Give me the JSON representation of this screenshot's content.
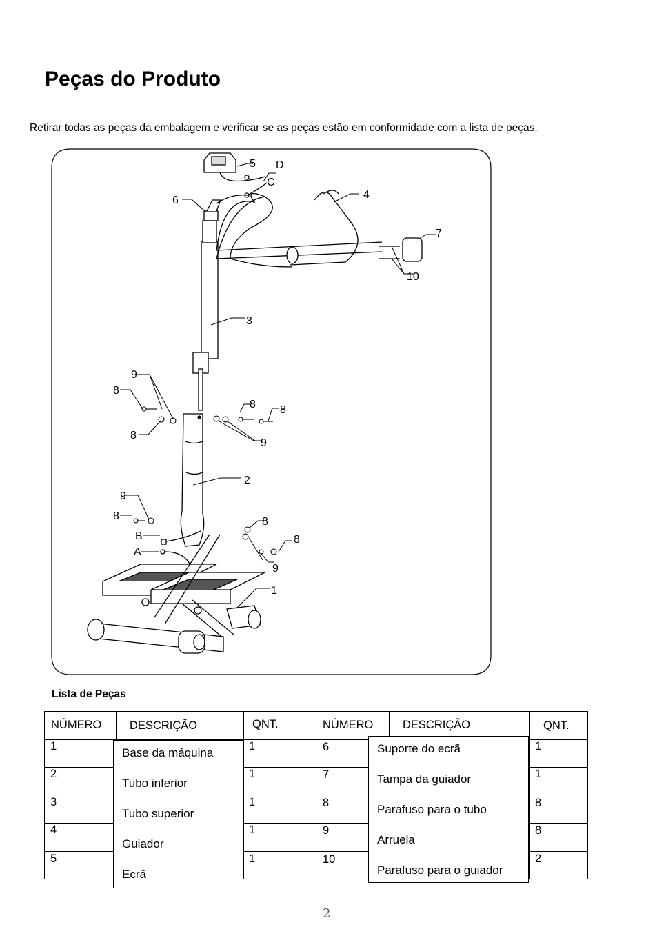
{
  "page": {
    "title": "Peças do Produto",
    "intro": "Retirar todas as peças da embalagem e verificar se as peças estão em conformidade com a lista de peças.",
    "page_number": "2"
  },
  "figure": {
    "labels": [
      "5",
      "D",
      "C",
      "6",
      "4",
      "7",
      "10",
      "3",
      "9",
      "8",
      "8",
      "8",
      "8",
      "9",
      "2",
      "9",
      "8",
      "B",
      "A",
      "8",
      "8",
      "9",
      "1"
    ]
  },
  "parts_list": {
    "title": "Lista de Peças",
    "headers": [
      "NÚMERO",
      "DESCRIÇÃO",
      "QNT.",
      "NÚMERO",
      "DESCRIÇÃO",
      "QNT."
    ],
    "rows": [
      {
        "num1": "1",
        "desc1": "Base da máquina",
        "qty1": "1",
        "num2": "6",
        "desc2": "Suporte do ecrã",
        "qty2": "1"
      },
      {
        "num1": "2",
        "desc1": "Tubo inferior",
        "qty1": "1",
        "num2": "7",
        "desc2": "Tampa da guiador",
        "qty2": "1"
      },
      {
        "num1": "3",
        "desc1": "Tubo superior",
        "qty1": "1",
        "num2": "8",
        "desc2": "Parafuso para o tubo",
        "qty2": "8"
      },
      {
        "num1": "4",
        "desc1": "Guiador",
        "qty1": "1",
        "num2": "9",
        "desc2": "Arruela",
        "qty2": "8"
      },
      {
        "num1": "5",
        "desc1": "Ecrã",
        "qty1": "1",
        "num2": "10",
        "desc2": "Parafuso para o guiador",
        "qty2": "2"
      }
    ]
  }
}
